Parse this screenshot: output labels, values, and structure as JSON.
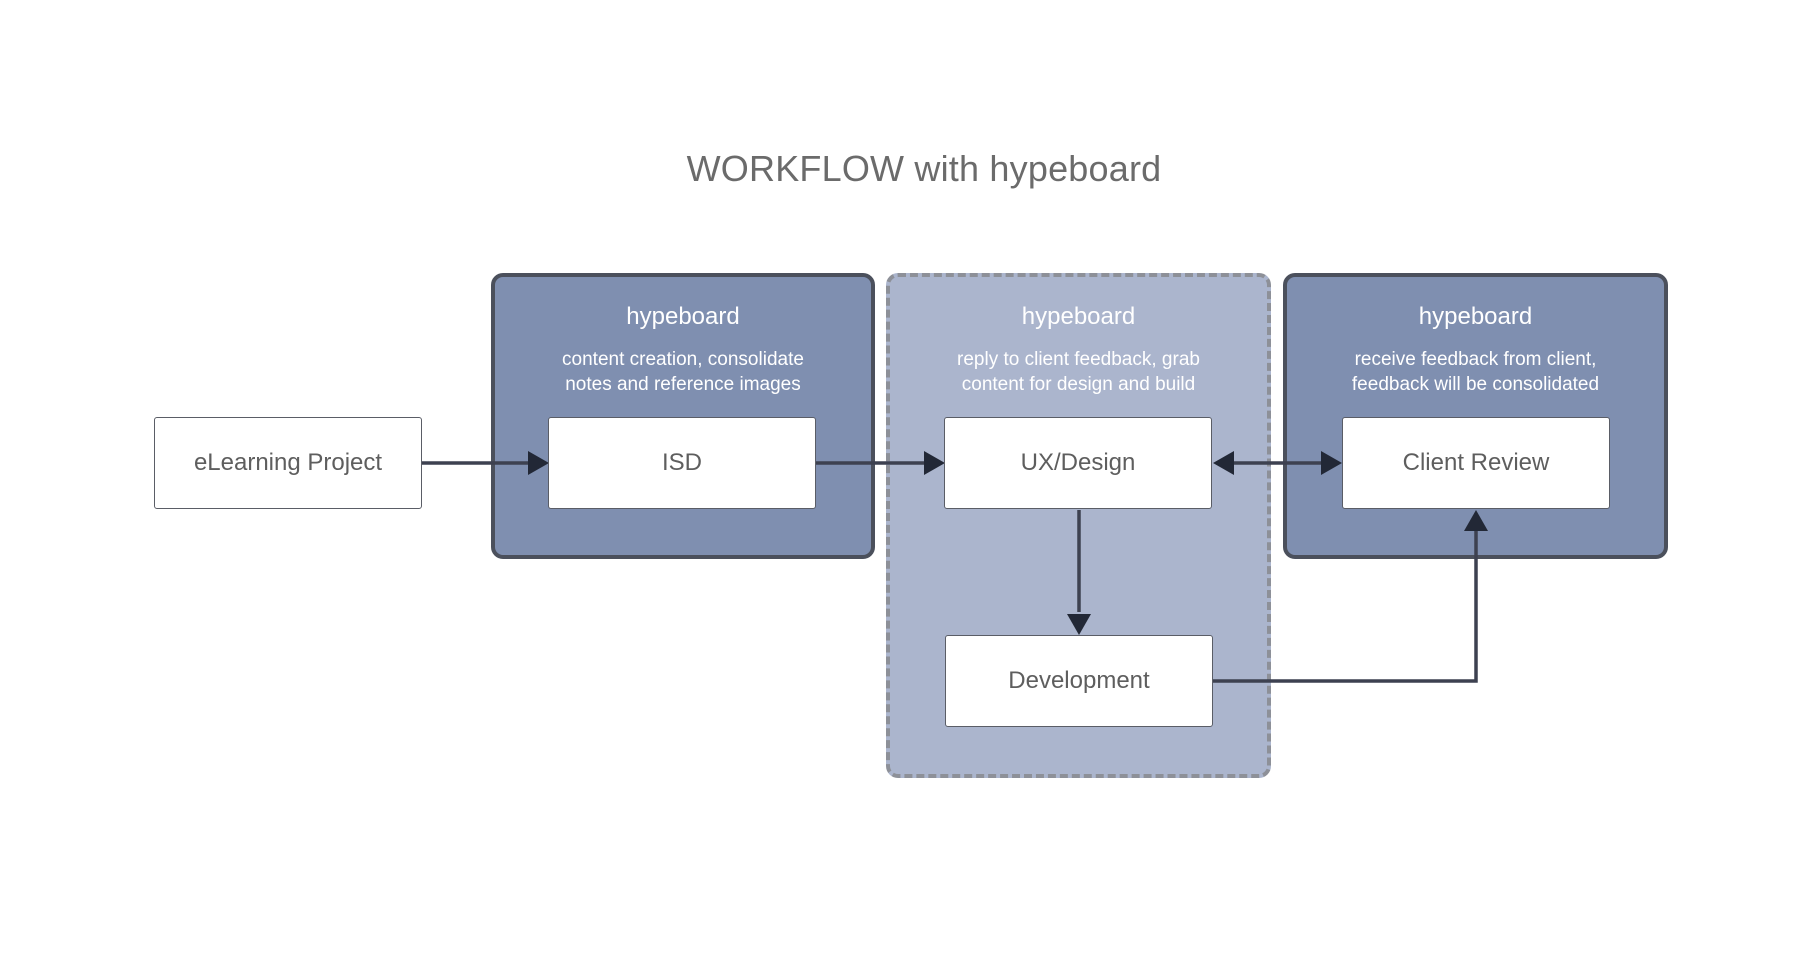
{
  "title": "WORKFLOW with hypeboard",
  "groups": [
    {
      "title": "hypeboard",
      "description": "content creation, consolidate\nnotes and reference images",
      "style": "solid"
    },
    {
      "title": "hypeboard",
      "description": "reply to client feedback, grab\ncontent for design and build",
      "style": "dashed"
    },
    {
      "title": "hypeboard",
      "description": "receive feedback from client,\nfeedback will be consolidated",
      "style": "solid"
    }
  ],
  "nodes": {
    "elearning": "eLearning Project",
    "isd": "ISD",
    "ux": "UX/Design",
    "development": "Development",
    "client_review": "Client Review"
  },
  "edges": [
    {
      "from": "eLearning Project",
      "to": "ISD",
      "direction": "forward"
    },
    {
      "from": "ISD",
      "to": "UX/Design",
      "direction": "forward"
    },
    {
      "from": "UX/Design",
      "to": "Client Review",
      "direction": "both"
    },
    {
      "from": "UX/Design",
      "to": "Development",
      "direction": "forward"
    },
    {
      "from": "Development",
      "to": "Client Review",
      "direction": "forward"
    }
  ],
  "colors": {
    "group_solid_fill": "#7f8fb0",
    "group_solid_border": "#4b505c",
    "group_dashed_fill": "#abb5cd",
    "group_dashed_border": "#8d9098",
    "connector": "#3d4150",
    "arrowhead": "#222836"
  }
}
